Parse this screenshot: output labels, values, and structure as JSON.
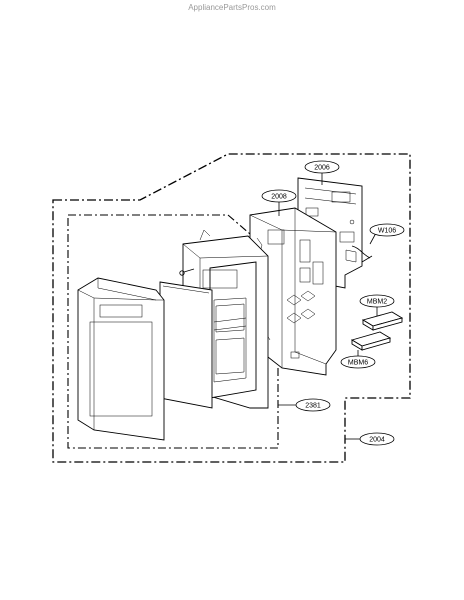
{
  "watermark": "AppliancePartsPros.com",
  "callouts": {
    "c2006": "2006",
    "c2008": "2008",
    "cW106": "W106",
    "cMBM2": "MBM2",
    "cMBM6": "MBM6",
    "c2381": "2381",
    "c2004": "2004"
  }
}
